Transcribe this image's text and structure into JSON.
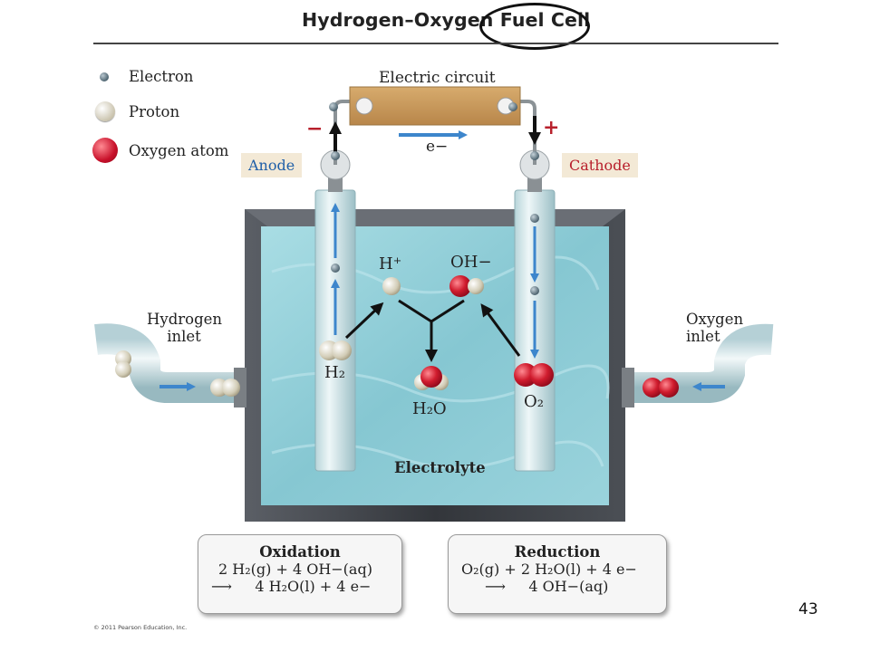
{
  "title": "Hydrogen–Oxygen Fuel Cell",
  "legend": {
    "electron": "Electron",
    "proton": "Proton",
    "oxygen_atom": "Oxygen atom"
  },
  "circuit": {
    "label": "Electric circuit",
    "electron_flow": "e−",
    "negative": "−",
    "positive": "+"
  },
  "anode": "Anode",
  "cathode": "Cathode",
  "inlets": {
    "hydrogen_line1": "Hydrogen",
    "hydrogen_line2": "inlet",
    "oxygen_line1": "Oxygen",
    "oxygen_line2": "inlet"
  },
  "species": {
    "h_plus": "H⁺",
    "oh_minus": "OH−",
    "h2": "H₂",
    "h2o": "H₂O",
    "o2": "O₂"
  },
  "electrolyte": "Electrolyte",
  "oxidation": {
    "heading": "Oxidation",
    "line1": "2 H₂(g) + 4 OH−(aq)",
    "line2": "⟶     4 H₂O(l) + 4 e−"
  },
  "reduction": {
    "heading": "Reduction",
    "line1": "O₂(g) + 2 H₂O(l) + 4 e−",
    "line2": "⟶     4 OH−(aq)"
  },
  "copyright": "© 2011 Pearson Education, Inc.",
  "page_number": "43",
  "colors": {
    "electrolyte": "#8fcfd8",
    "tank": "#3c3f45",
    "oxygen": "#d01c2e",
    "proton": "#ddd8c8",
    "electron": "#5a6f7a",
    "flow_arrow": "#4a90d0",
    "circuit_board": "#c99a5b",
    "tag_bg": "#f3e9d6",
    "cathode_text": "#b8202c"
  }
}
